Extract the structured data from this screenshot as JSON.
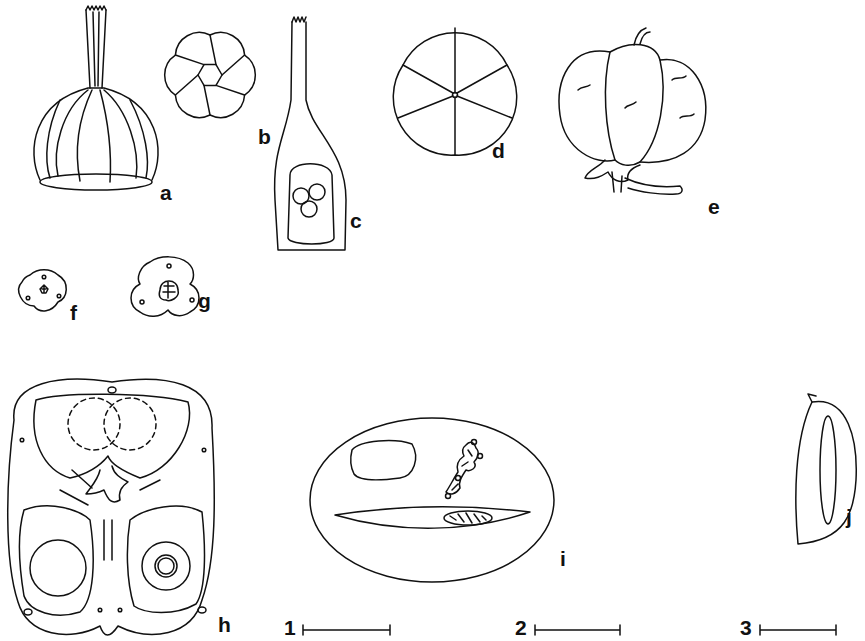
{
  "diagram": {
    "labels": [
      "a",
      "b",
      "c",
      "d",
      "e",
      "f",
      "g",
      "h",
      "i",
      "j",
      "1",
      "2",
      "3"
    ]
  }
}
